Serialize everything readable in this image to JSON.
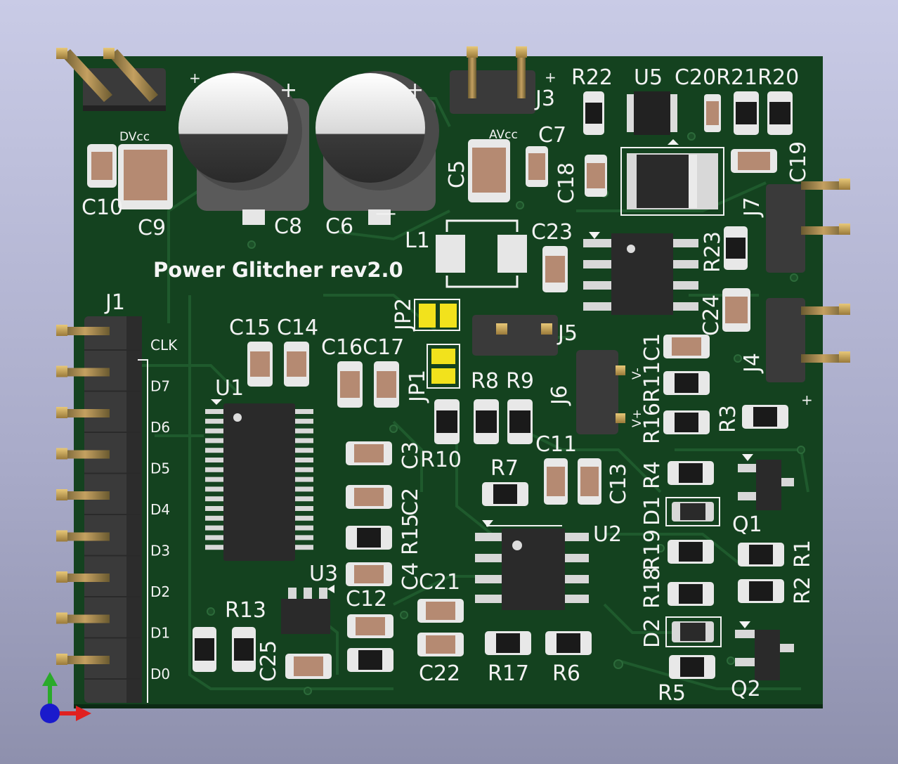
{
  "board": {
    "title": "Power Glitcher rev2.0",
    "colors": {
      "background_top": "#c9cbe6",
      "pcb": "#14421f",
      "silkscreen": "#f2f2f2",
      "pad": "#c8a888",
      "gold_pin": "#d6b060",
      "jumper_pad": "#f2e21c"
    }
  },
  "labels": {
    "dvcc": "DVcc",
    "avcc": "AVcc",
    "plus": "+",
    "minus": "—",
    "v_minus": "V-",
    "v_plus": "V+",
    "h": "+"
  },
  "refdes": {
    "c10": "C10",
    "c9": "C9",
    "c8": "C8",
    "c6": "C6",
    "c5": "C5",
    "c7": "C7",
    "c18": "C18",
    "r22": "R22",
    "u5": "U5",
    "c20r21r20": "C20R21R20",
    "c19": "C19",
    "j3": "J3",
    "j7": "J7",
    "r23": "R23",
    "c23": "C23",
    "l1": "L1",
    "c24": "C24",
    "jp2": "JP2",
    "jp1": "JP1",
    "j5": "J5",
    "j1": "J1",
    "c15": "C15",
    "c14": "C14",
    "c16c17": "C16C17",
    "u1": "U1",
    "r8": "R8",
    "r9": "R9",
    "j6": "J6",
    "r16r11c1": "R16R11C1",
    "j4": "J4",
    "r3": "R3",
    "r10": "R10",
    "c3": "C3",
    "c2": "C2",
    "r15": "R15",
    "c4": "C4",
    "r7": "R7",
    "c11": "C11",
    "c13": "C13",
    "r4": "R4",
    "d1": "D1",
    "q1": "Q1",
    "u2": "U2",
    "r19": "R19",
    "r18": "R18",
    "d2": "D2",
    "r1": "R1",
    "r2": "R2",
    "u3": "U3",
    "c21": "C21",
    "c12": "C12",
    "r13": "R13",
    "c25": "C25",
    "c22": "C22",
    "r17": "R17",
    "r6": "R6",
    "r5": "R5",
    "q2": "Q2"
  },
  "j1_pins": [
    "CLK",
    "D7",
    "D6",
    "D5",
    "D4",
    "D3",
    "D2",
    "D1",
    "D0"
  ]
}
